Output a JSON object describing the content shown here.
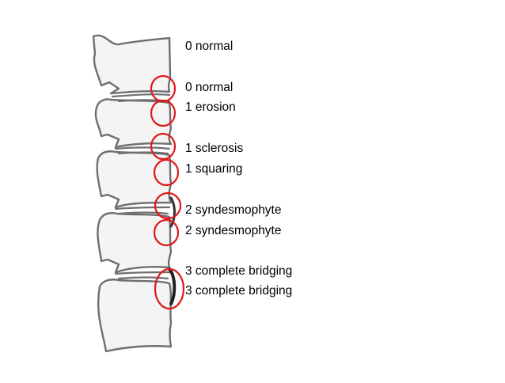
{
  "diagram": {
    "labels": [
      "0 normal",
      "0 normal",
      "1 erosion",
      "1 sclerosis",
      "1 squaring",
      "2 syndesmophyte",
      "2 syndesmophyte",
      "3 complete bridging",
      "3 complete bridging"
    ],
    "colors": {
      "bone_outline": "#7a7a7a",
      "bone_fill": "#f2f2f2",
      "marker_circle": "#e0191b",
      "text": "#000000"
    }
  }
}
